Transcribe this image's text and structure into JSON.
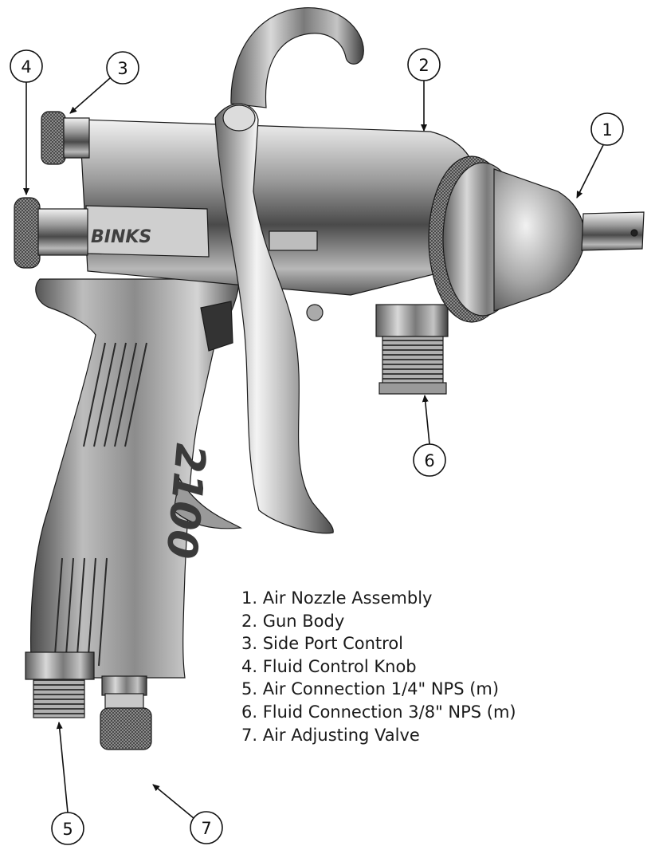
{
  "diagram": {
    "brand_text": "BINKS",
    "model_text": "2100",
    "callouts": [
      {
        "id": 1,
        "number": "1"
      },
      {
        "id": 2,
        "number": "2"
      },
      {
        "id": 3,
        "number": "3"
      },
      {
        "id": 4,
        "number": "4"
      },
      {
        "id": 5,
        "number": "5"
      },
      {
        "id": 6,
        "number": "6"
      },
      {
        "id": 7,
        "number": "7"
      }
    ],
    "legend": [
      "1. Air Nozzle Assembly",
      "2. Gun Body",
      "3. Side Port Control",
      "4. Fluid Control Knob",
      "5. Air Connection 1/4\" NPS (m)",
      "6. Fluid Connection 3/8\" NPS (m)",
      "7. Air Adjusting Valve"
    ],
    "colors": {
      "metal_dark": "#3f3f3f",
      "metal_mid": "#8a8a8a",
      "metal_light": "#e6e6e6",
      "outline": "#1a1a1a"
    }
  }
}
